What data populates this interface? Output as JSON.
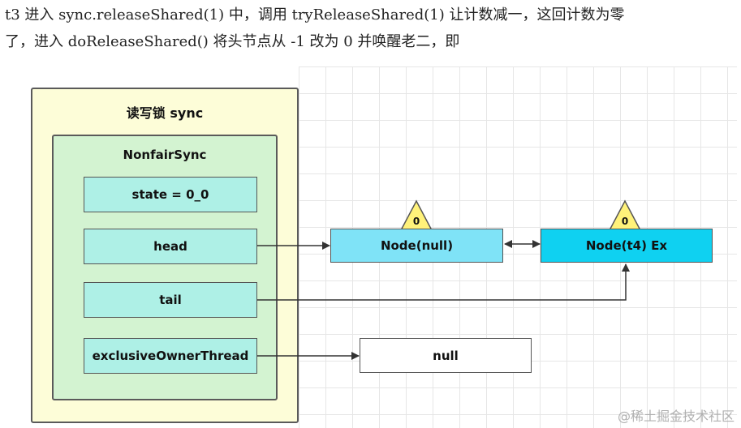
{
  "description": {
    "line1": "t3 进入 sync.releaseShared(1) 中，调用 tryReleaseShared(1) 让计数减一，这回计数为零",
    "line2": "了，进入 doReleaseShared() 将头节点从 -1 改为 0 并唤醒老二，即"
  },
  "diagram": {
    "outer_label": "读写锁 sync",
    "inner_label": "NonfairSync",
    "fields": {
      "state": "state = 0_0",
      "head": "head",
      "tail": "tail",
      "exclusive_owner": "exclusiveOwnerThread"
    },
    "nodes": {
      "head_node": {
        "label": "Node(null)",
        "wait_status": "0",
        "fill": "#7fe3f7"
      },
      "t4_node": {
        "label": "Node(t4) Ex",
        "wait_status": "0",
        "fill": "#0fd1f1"
      }
    },
    "null_box": "null",
    "colors": {
      "outer_fill": "#fdfdd8",
      "inner_fill": "#d3f3d1",
      "field_fill": "#aef0e6",
      "triangle_fill": "#fff27a"
    }
  },
  "watermark": "@稀土掘金技术社区"
}
